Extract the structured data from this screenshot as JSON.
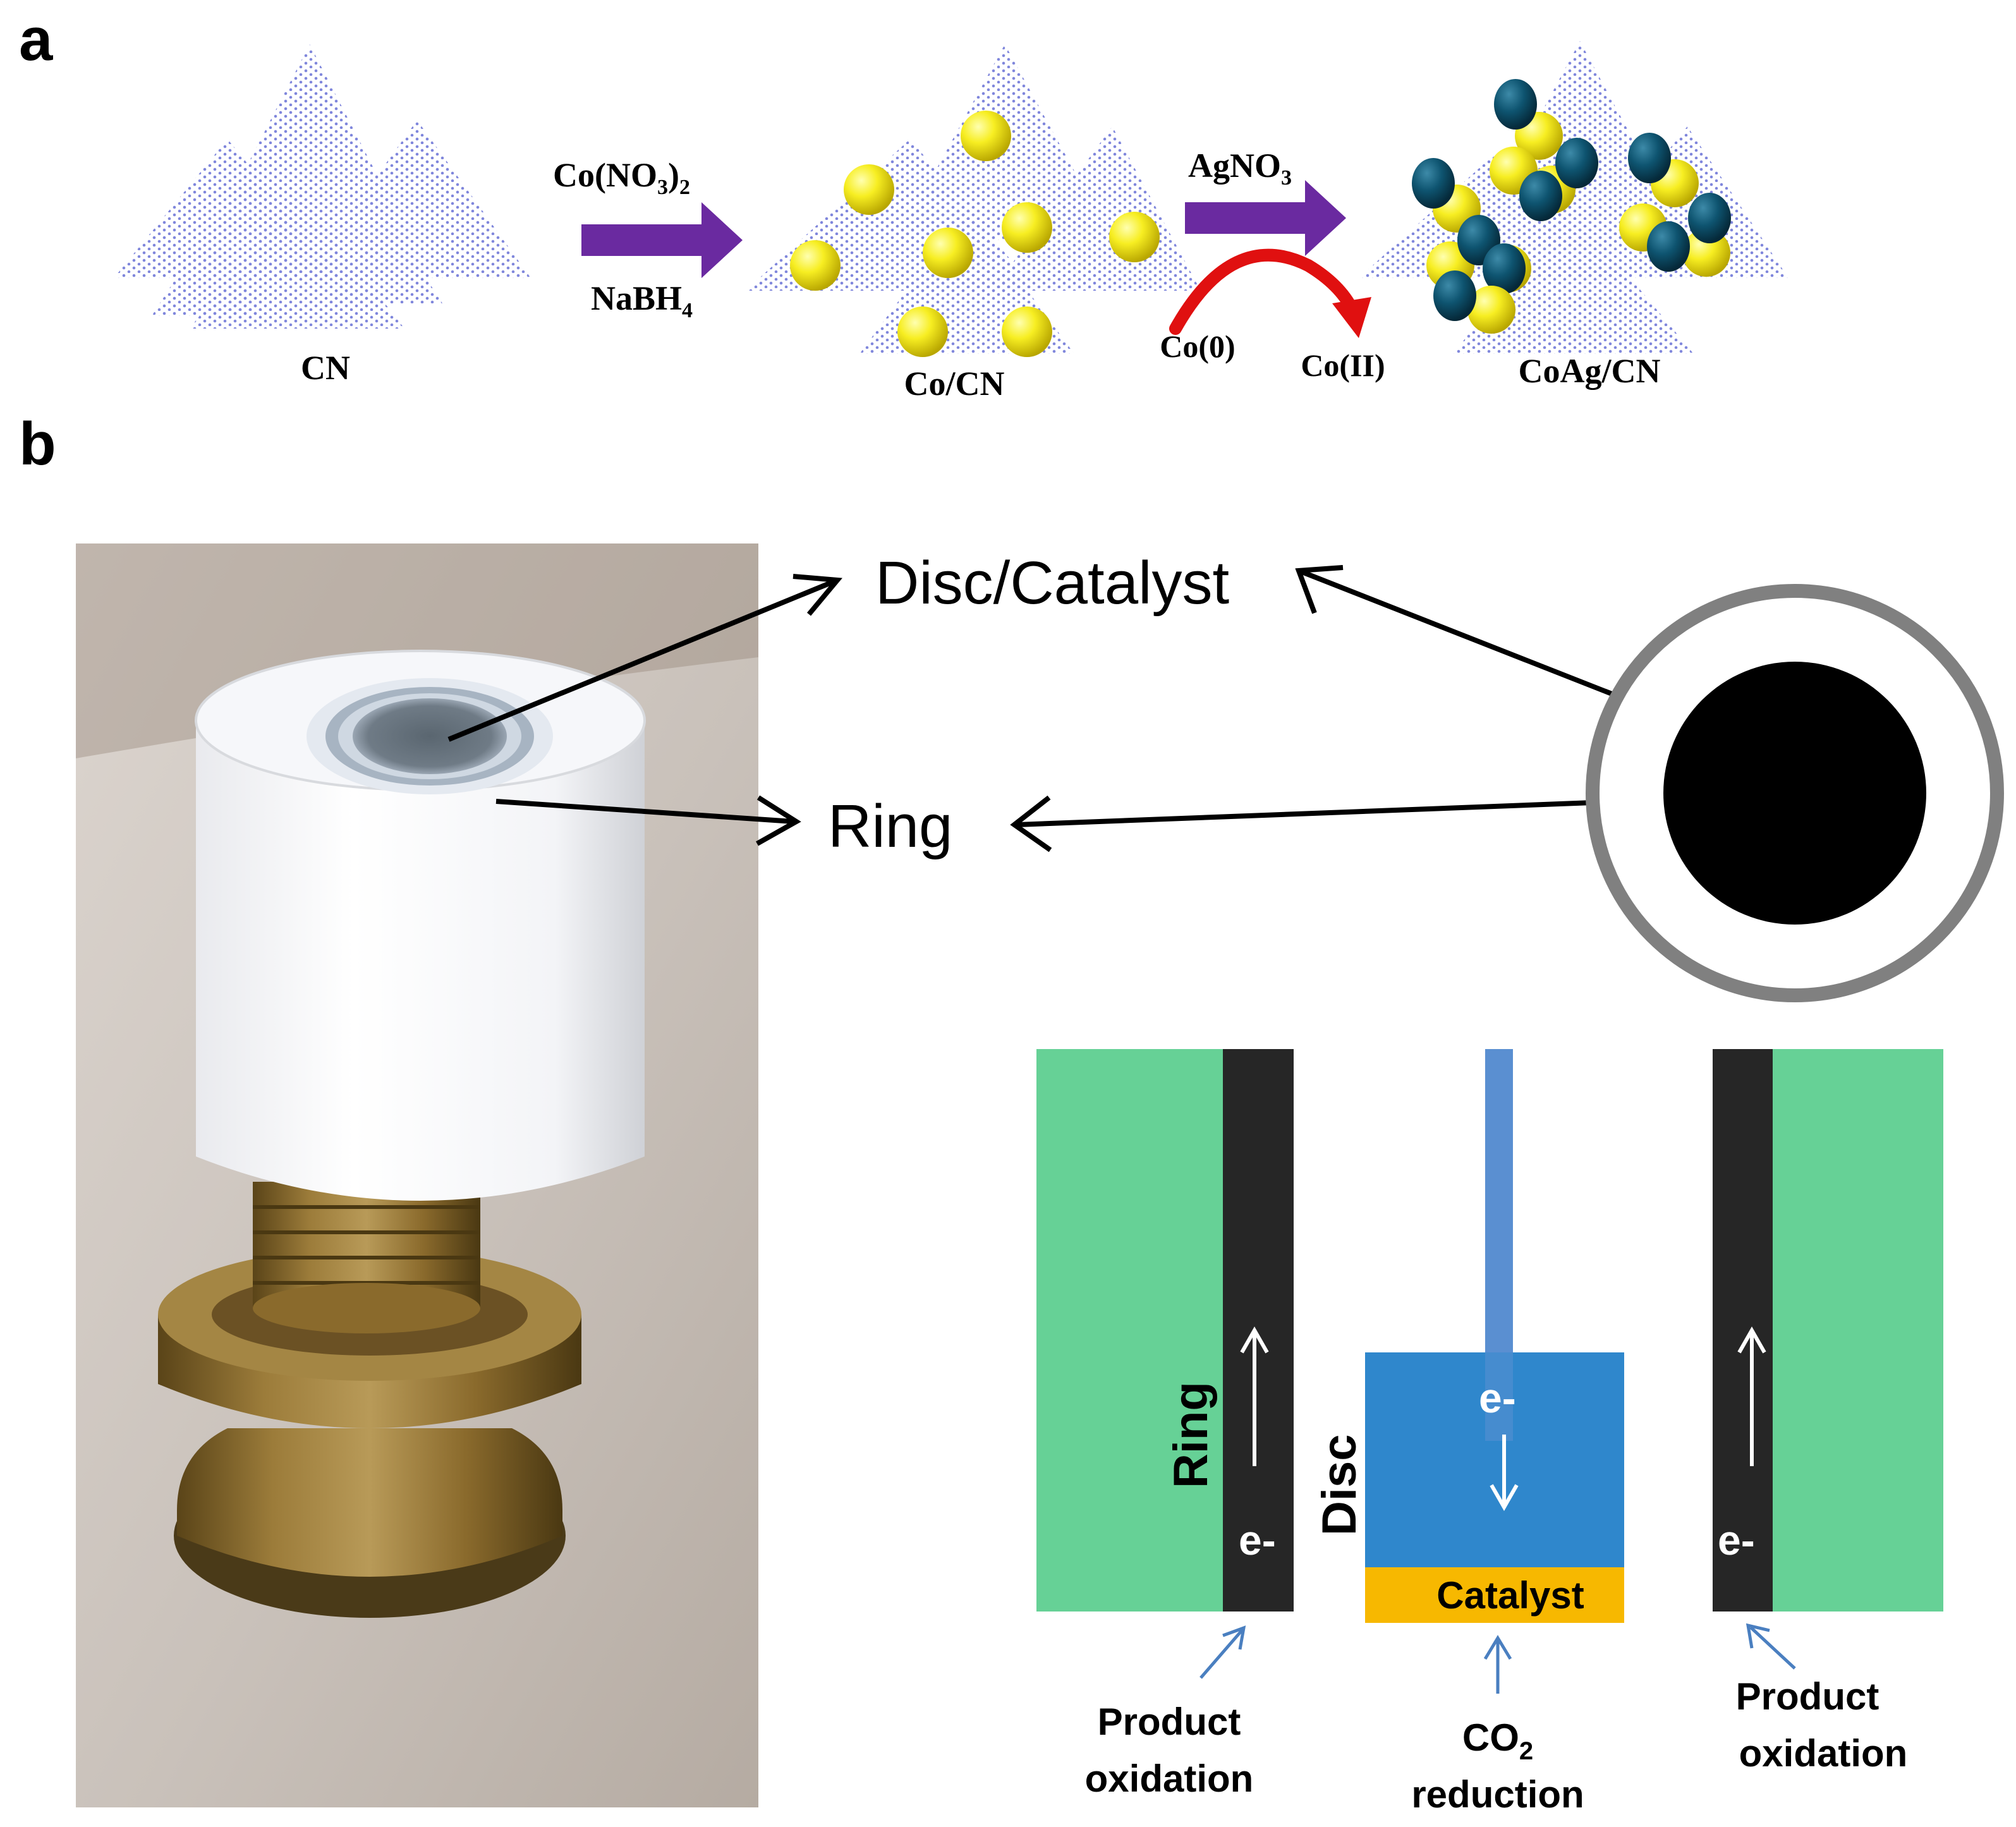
{
  "panel_a": {
    "letter": "a",
    "label_cn": "CN",
    "label_co_cn": "Co/CN",
    "label_coag_cn": "CoAg/CN",
    "reagent1_top": "Co(NO",
    "reagent1_top_sub": "3",
    "reagent1_top_close": ")",
    "reagent1_top_sub2": "2",
    "reagent1_bottom": "NaBH",
    "reagent1_bottom_sub": "4",
    "reagent2_top": "AgNO",
    "reagent2_top_sub": "3",
    "co0": "Co(0)",
    "co2": "Co(II)"
  },
  "panel_b": {
    "letter": "b",
    "disc_catalyst": "Disc/Catalyst",
    "ring": "Ring",
    "ring_vertical": "Ring",
    "disc_vertical": "Disc",
    "e_left": "e-",
    "e_disc": "e-",
    "e_right": "e-",
    "catalyst": "Catalyst",
    "product_oxidation_left_1": "Product",
    "product_oxidation_left_2": "oxidation",
    "co2_reduction_1": "CO",
    "co2_reduction_1_sub": "2",
    "co2_reduction_2": "reduction",
    "product_oxidation_right_1": "Product",
    "product_oxidation_right_2": "oxidation"
  },
  "colors": {
    "cn_dots": "#6b73d6",
    "co_particle": "#f2e81a",
    "ag_particle": "#0c4a63",
    "arrow_purple": "#6a2aa0",
    "arrow_red": "#e01010",
    "ring_green": "#66d196",
    "electrode_black": "#262626",
    "disc_blue": "#2f87cc",
    "shaft_blue": "#5a8fd1",
    "catalyst_orange": "#f7b800",
    "pointer_blue": "#4a7fc0",
    "ring_gray": "#808080"
  }
}
